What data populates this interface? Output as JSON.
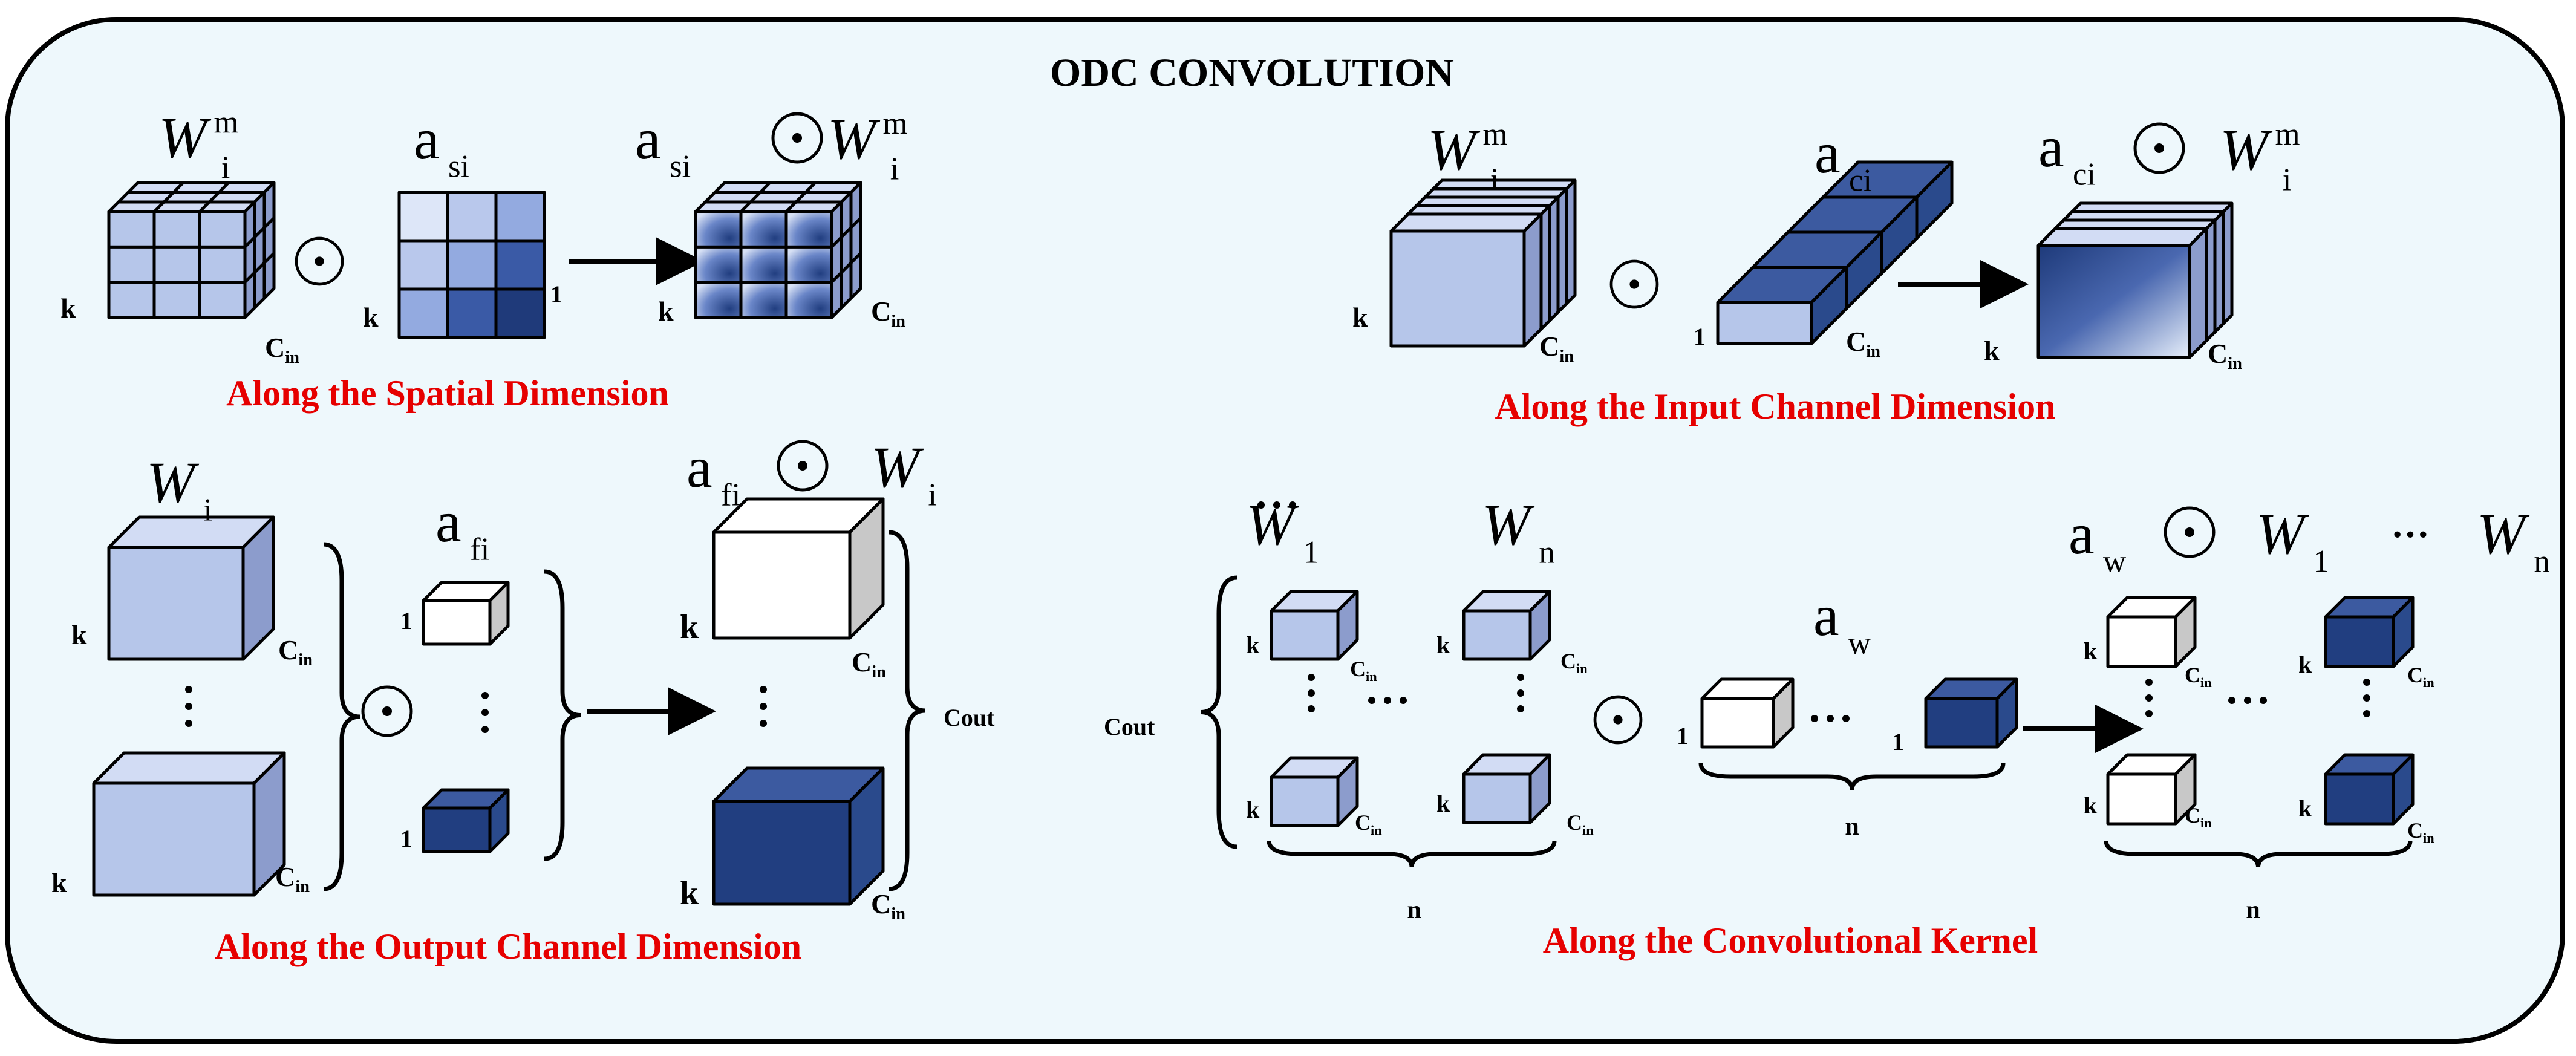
{
  "title": "ODC CONVOLUTION",
  "colors": {
    "panel_bg": "#eef8fc",
    "light_face": "#b6c6ea",
    "light_side": "#8c9ccc",
    "light_top": "#d2dcf4",
    "dark_face": "#213e80",
    "dark_side": "#2a4a8c",
    "dark_top": "#3c5aa0",
    "white_face": "#ffffff",
    "white_side": "#c8c8c8",
    "caption": "#e60000",
    "arrow": "#000000"
  },
  "labels": {
    "k": "k",
    "one": "1",
    "n": "n",
    "c_main": "C",
    "c_sub": "in",
    "cout": "Cout",
    "W": "W",
    "a": "a",
    "sub_i": "i",
    "sup_m": "m",
    "sub_1": "1",
    "sub_n": "n",
    "sub_si": "si",
    "sub_ci": "ci",
    "sub_fi": "fi",
    "sub_w": "w",
    "ellipsis": "···"
  },
  "captions": {
    "spatial": "Along the Spatial Dimension",
    "input_channel": "Along the Input Channel Dimension",
    "output_channel": "Along the Output Channel Dimension",
    "kernel": "Along the Convolutional Kernel"
  }
}
